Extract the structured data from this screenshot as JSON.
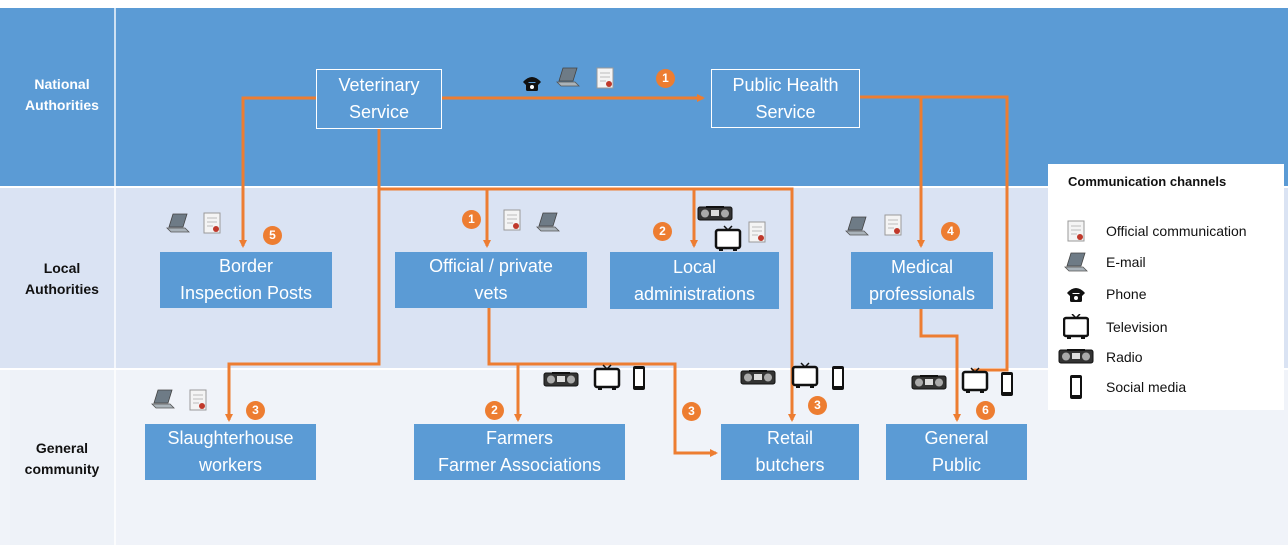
{
  "bands": [
    {
      "key": "national",
      "label": "National\nAuthorities",
      "color": "#5b9bd5"
    },
    {
      "key": "local",
      "label": "Local\nAuthorities",
      "color": "#dae3f3"
    },
    {
      "key": "community",
      "label": "General\ncommunity",
      "color": "#f1f4fa"
    }
  ],
  "nodes": {
    "vet": "Veterinary\nService",
    "public_health": "Public Health\nService",
    "border": "Border\nInspection Posts",
    "official_vets": "Official / private\nvets",
    "local_admin": "Local\nadministrations",
    "medical": "Medical\nprofessionals",
    "slaughter": "Slaughterhouse\nworkers",
    "farmers": "Farmers\nFarmer Associations",
    "retail": "Retail\nbutchers",
    "public": "General\nPublic"
  },
  "numbers": {
    "n1_top": "1",
    "n5": "5",
    "n1_local": "1",
    "n2_local": "2",
    "n4": "4",
    "n3_slaughter": "3",
    "n2_farmers": "2",
    "n3_left": "3",
    "n3_retail": "3",
    "n6": "6"
  },
  "legend": {
    "title": "Communication channels",
    "items": [
      {
        "icon": "document-icon",
        "label": "Official communication"
      },
      {
        "icon": "laptop-icon",
        "label": "E-mail"
      },
      {
        "icon": "phone-icon",
        "label": "Phone"
      },
      {
        "icon": "tv-icon",
        "label": "Television"
      },
      {
        "icon": "radio-icon",
        "label": "Radio"
      },
      {
        "icon": "smartphone-icon",
        "label": "Social media"
      }
    ]
  },
  "colors": {
    "arrow": "#ed7d31",
    "box": "#5b9bd5",
    "band_dark": "#5b9bd5"
  }
}
